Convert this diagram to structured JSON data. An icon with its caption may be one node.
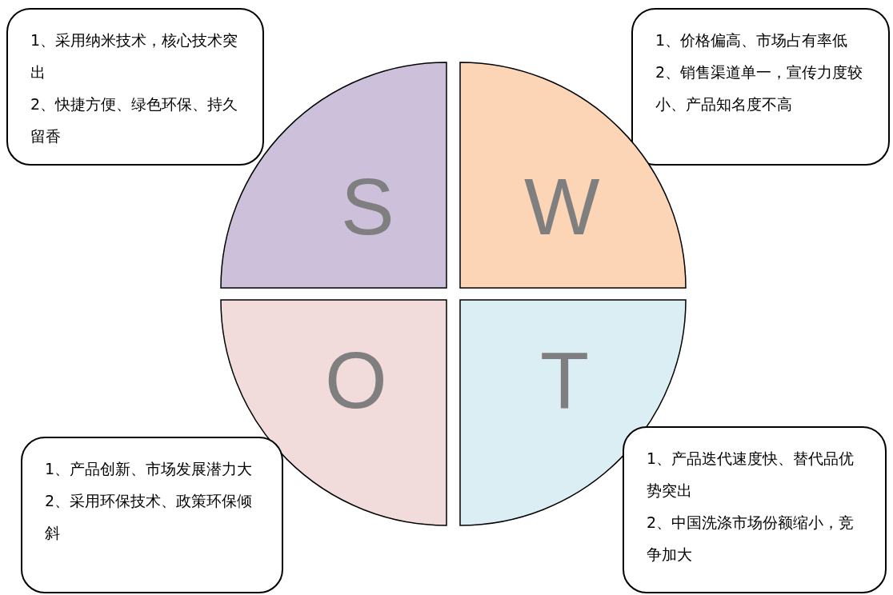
{
  "diagram": {
    "nodes": [
      {
        "text": [
          "1、采用纳米技术，核心技术突出",
          "2、快捷方便、绿色环保、持久留香"
        ]
      },
      {
        "text": [
          "1、价格偏高、市场占有率低",
          "2、销售渠道单一，宣传力度较小、产品知名度不高"
        ]
      },
      {
        "text": [
          "S"
        ]
      },
      {
        "text": [
          "W"
        ]
      },
      {
        "text": [
          "O"
        ]
      },
      {
        "text": [
          "T"
        ]
      },
      {
        "text": [
          "1、产品创新、市场发展潜力大",
          "2、采用环保技术、政策环保倾斜"
        ]
      },
      {
        "text": [
          "1、产品迭代速度快、替代品优势突出",
          "2、中国洗涤市场份额缩小，竞争加大"
        ]
      }
    ]
  }
}
